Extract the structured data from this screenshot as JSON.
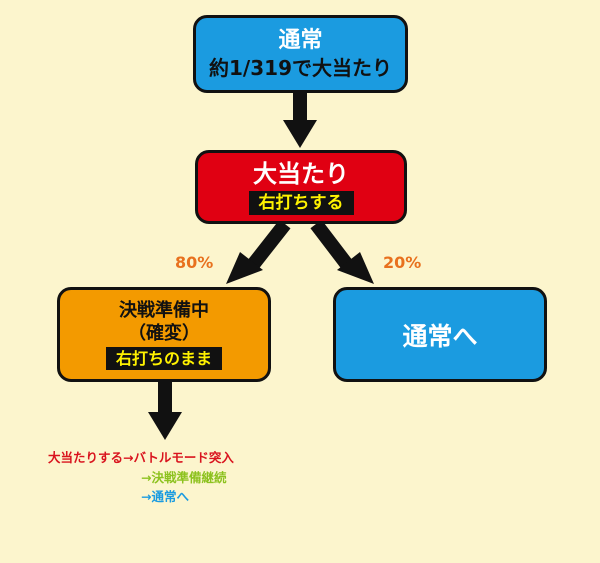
{
  "nodes": {
    "normal": {
      "title": "通常",
      "subtitle": "約1/319で大当たり"
    },
    "jackpot": {
      "title": "大当たり",
      "tag": "右打ちする"
    },
    "battle_prep": {
      "title": "決戦準備中",
      "subtitle": "（確変）",
      "tag": "右打ちのまま"
    },
    "return_normal": {
      "title": "通常へ"
    }
  },
  "edges": {
    "to_battle_prep_percent": "80%",
    "to_normal_percent": "20%"
  },
  "notes": {
    "line1": "大当たりする→バトルモード突入",
    "line2": "→決戦準備継続",
    "line3": "→通常へ"
  },
  "colors": {
    "background": "#fcf5cd",
    "blue": "#1b9be0",
    "red": "#e00012",
    "orange": "#f39a00",
    "tag_text": "#fff200",
    "percent": "#e8711e",
    "note_red": "#d9141e",
    "note_green": "#8dc21f",
    "note_blue": "#1b9be0"
  }
}
